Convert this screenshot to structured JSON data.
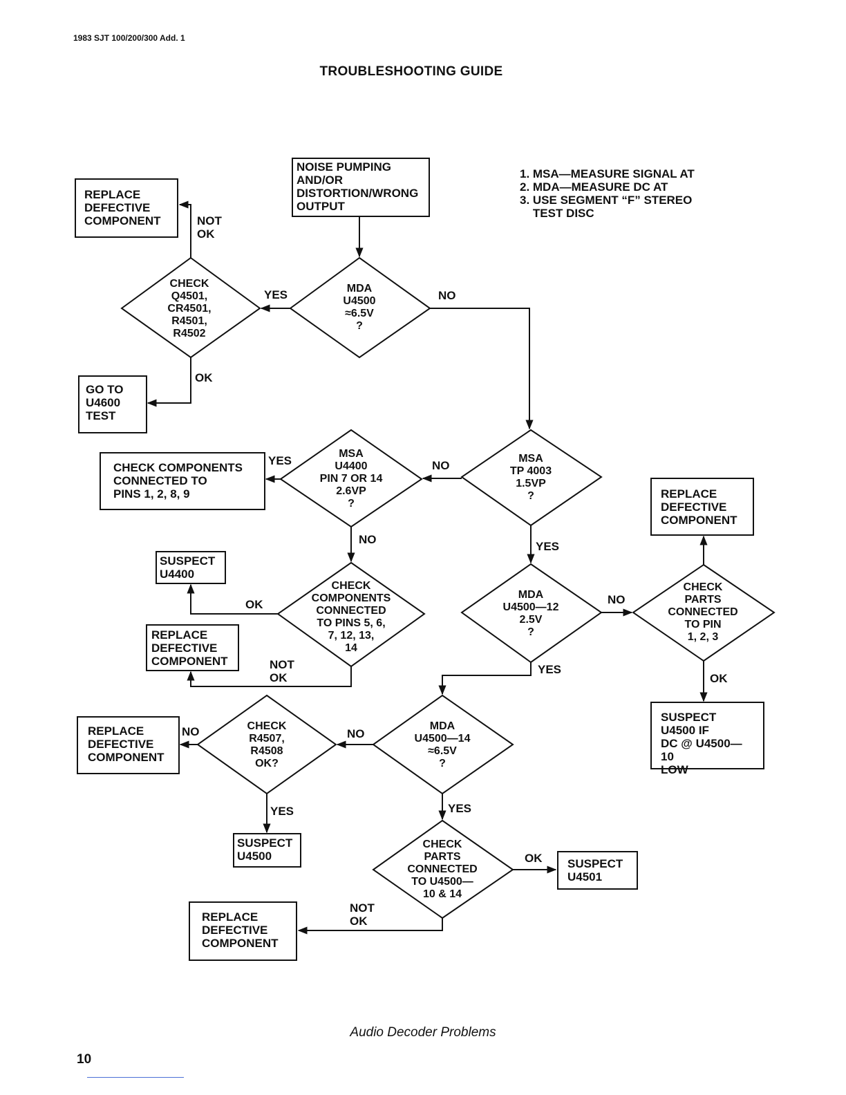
{
  "page": {
    "header": "1983 SJT 100/200/300 Add. 1",
    "title": "TROUBLESHOOTING GUIDE",
    "caption": "Audio Decoder Problems",
    "page_number": "10"
  },
  "notes": [
    "1. MSA—MEASURE SIGNAL AT",
    "2. MDA—MEASURE DC AT",
    "3. USE SEGMENT “F” STEREO",
    "    TEST DISC"
  ],
  "boxes": {
    "start": [
      "NOISE PUMPING",
      "AND/OR",
      "DISTORTION/WRONG",
      "OUTPUT"
    ],
    "replace_1": [
      "REPLACE",
      "DEFECTIVE",
      "COMPONENT"
    ],
    "goto_u4600": [
      "GO TO",
      "U4600",
      "TEST"
    ],
    "check_pins_1289": [
      "CHECK COMPONENTS",
      "CONNECTED TO",
      "PINS 1, 2, 8, 9"
    ],
    "suspect_u4400": [
      "SUSPECT",
      "U4400"
    ],
    "replace_2": [
      "REPLACE",
      "DEFECTIVE",
      "COMPONENT"
    ],
    "replace_right": [
      "REPLACE",
      "DEFECTIVE",
      "COMPONENT"
    ],
    "suspect_u4500_if": [
      "SUSPECT",
      "U4500 IF",
      "DC @ U4500—10",
      "LOW"
    ],
    "replace_3": [
      "REPLACE",
      "DEFECTIVE",
      "COMPONENT"
    ],
    "suspect_u4500": [
      "SUSPECT",
      "U4500"
    ],
    "suspect_u4501": [
      "SUSPECT",
      "U4501"
    ],
    "replace_4": [
      "REPLACE",
      "DEFECTIVE",
      "COMPONENT"
    ]
  },
  "decisions": {
    "d1_mda_u4500": [
      "MDA",
      "U4500",
      "≈6.5V",
      "?"
    ],
    "d2_check_q4501": [
      "CHECK",
      "Q4501,",
      "CR4501,",
      "R4501,",
      "R4502"
    ],
    "d3_msa_tp4003": [
      "MSA",
      "TP 4003",
      "1.5VP",
      "?"
    ],
    "d4_msa_u4400": [
      "MSA",
      "U4400",
      "PIN 7 OR 14",
      "2.6VP",
      "?"
    ],
    "d5_check_pins": [
      "CHECK",
      "COMPONENTS",
      "CONNECTED",
      "TO PINS 5, 6,",
      "7, 12, 13,",
      "14"
    ],
    "d6_mda_u4500_12": [
      "MDA",
      "U4500—12",
      "2.5V",
      "?"
    ],
    "d7_check_parts_123": [
      "CHECK",
      "PARTS",
      "CONNECTED",
      "TO PIN",
      "1, 2, 3"
    ],
    "d8_mda_u4500_14": [
      "MDA",
      "U4500—14",
      "≈6.5V",
      "?"
    ],
    "d9_check_r4507": [
      "CHECK",
      "R4507,",
      "R4508",
      "OK?"
    ],
    "d10_check_parts_10_14": [
      "CHECK",
      "PARTS",
      "CONNECTED",
      "TO U4500—",
      "10 & 14"
    ]
  },
  "labels": {
    "d1_yes": "YES",
    "d1_no": "NO",
    "d2_not_ok": [
      "NOT",
      "OK"
    ],
    "d2_ok": "OK",
    "d4_yes": "YES",
    "d3_no": "NO",
    "d4_no": "NO",
    "d3_yes": "YES",
    "d5_ok": "OK",
    "d5_not_ok": [
      "NOT",
      "OK"
    ],
    "d6_no": "NO",
    "d6_yes": "YES",
    "d7_ok": "OK",
    "d9_no": "NO",
    "d8_no": "NO",
    "d9_yes": "YES",
    "d8_yes": "YES",
    "d10_ok": "OK",
    "d10_not_ok": [
      "NOT",
      "OK"
    ]
  }
}
